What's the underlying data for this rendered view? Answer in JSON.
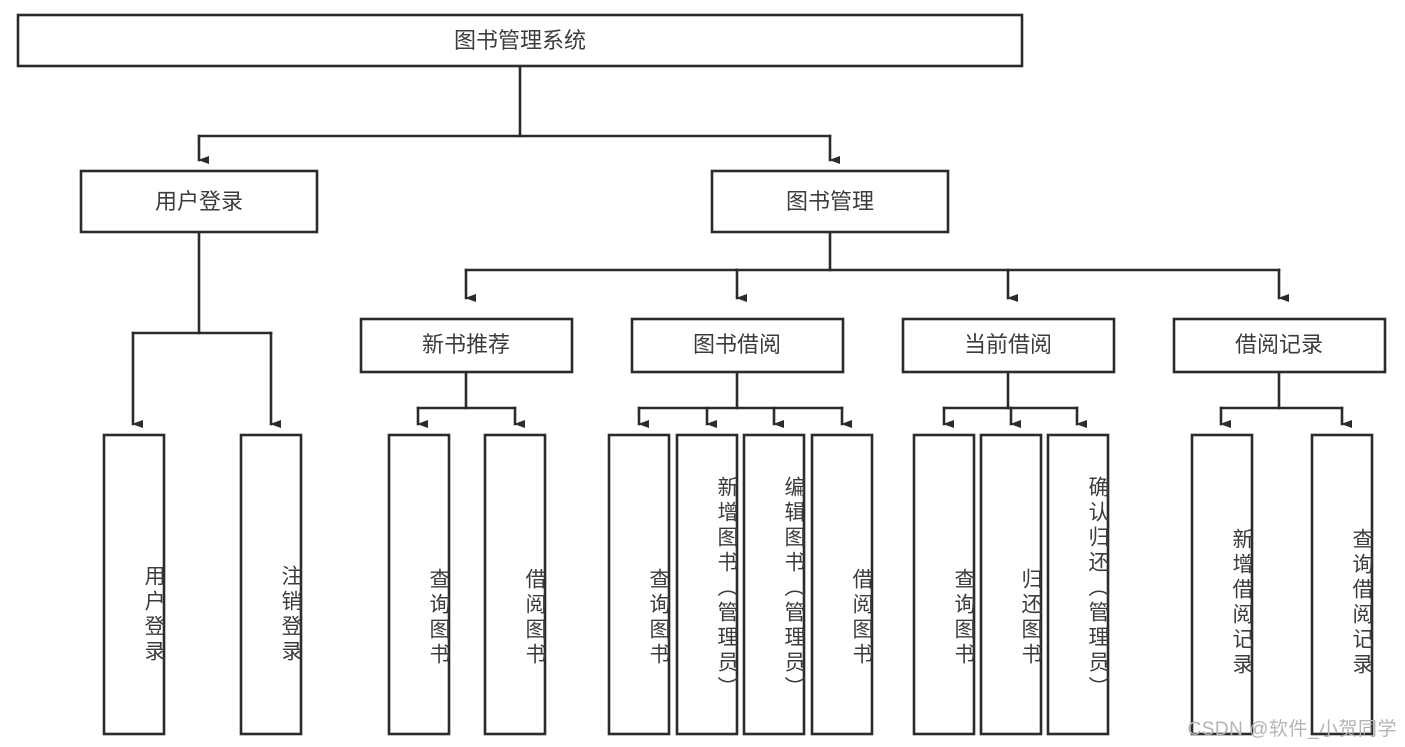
{
  "diagram": {
    "title": "图书管理系统",
    "type": "tree-hierarchy-diagram",
    "colors": {
      "box_stroke": "#2b2b2b",
      "box_fill": "#ffffff",
      "text": "#3c3c3c",
      "background": "#ffffff",
      "watermark": "#b4b4b4"
    },
    "root": {
      "label": "图书管理系统"
    },
    "level2": [
      {
        "label": "用户登录"
      },
      {
        "label": "图书管理"
      }
    ],
    "level3": [
      {
        "label": "新书推荐"
      },
      {
        "label": "图书借阅"
      },
      {
        "label": "当前借阅"
      },
      {
        "label": "借阅记录"
      }
    ],
    "leaves": {
      "user_login": [
        {
          "label": "用户登录"
        },
        {
          "label": "注销登录"
        }
      ],
      "new_book_recommend": [
        {
          "label": "查询图书"
        },
        {
          "label": "借阅图书"
        }
      ],
      "book_borrow": [
        {
          "label": "查询图书"
        },
        {
          "label": "新增图书（管理员）"
        },
        {
          "label": "编辑图书（管理员）"
        },
        {
          "label": "借阅图书"
        }
      ],
      "current_borrow": [
        {
          "label": "查询图书"
        },
        {
          "label": "归还图书"
        },
        {
          "label": "确认归还（管理员）"
        }
      ],
      "borrow_record": [
        {
          "label": "新增借阅记录"
        },
        {
          "label": "查询借阅记录"
        }
      ]
    }
  },
  "watermark": {
    "text": "CSDN @软件_小贺同学"
  }
}
